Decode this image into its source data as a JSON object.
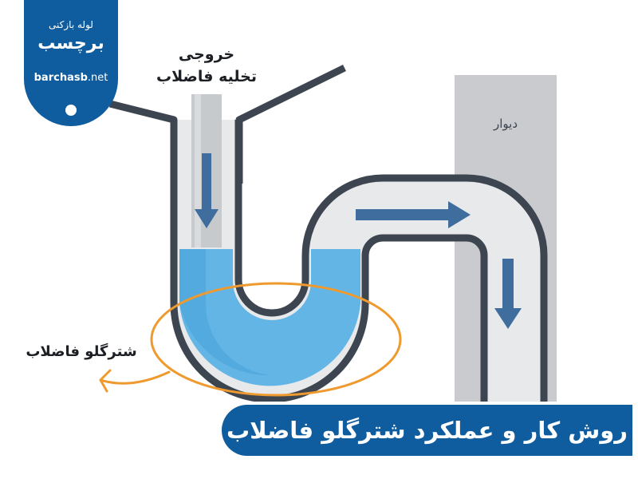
{
  "brand": {
    "subtitle": "لوله بازکنی",
    "name": "برچسب",
    "domain_main": "barchasb",
    "domain_tld": ".net",
    "color": "#0f5c9f"
  },
  "labels": {
    "outlet_line1": "خروجی",
    "outlet_line2": "تخلیه فاضلاب",
    "wall": "دیوار",
    "trap": "شترگلو فاضلاب"
  },
  "banner": {
    "title": "روش کار و عملکرد شترگلو فاضلاب",
    "color": "#0f5c9f"
  },
  "colors": {
    "pipe_outline": "#3d4550",
    "pipe_fill": "#d3d6da",
    "water": "#62b5e5",
    "water_dark": "#4aa4d9",
    "arrow": "#3e6d9e",
    "wall": "#c9cbce",
    "highlight_ellipse": "#ef9a2f"
  }
}
